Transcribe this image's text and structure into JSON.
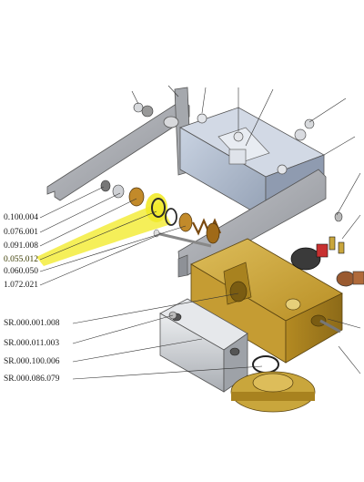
{
  "diagram": {
    "highlight_color": "#f2ea2a",
    "colors": {
      "aluminium_block": "#b3bfd1",
      "brass_block": "#c9a63c",
      "steel_bracket": "#a7aab0",
      "cover": "#d2d4d7"
    },
    "labels": [
      "0.100.004",
      "0.076.001",
      "0.091.008",
      "0.055.012",
      "0.060.050",
      "1.072.021",
      "SR.000.001.008",
      "SR.000.011.003",
      "SR.000.100.006",
      "SR.000.086.079"
    ],
    "highlighted_label": "0.055.012"
  }
}
